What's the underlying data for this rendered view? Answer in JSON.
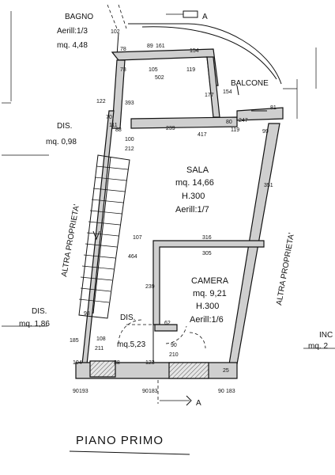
{
  "title": "PIANO PRIMO",
  "rooms": {
    "bagno": {
      "name": "BAGNO",
      "aerill": "Aerill:1/3",
      "area": "mq. 4,48"
    },
    "balcone": {
      "name": "BALCONE"
    },
    "sala": {
      "name": "SALA",
      "area": "mq. 14,66",
      "height": "H.300",
      "aerill": "Aerill:1/7"
    },
    "camera": {
      "name": "CAMERA",
      "area": "mq. 9,21",
      "height": "H.300",
      "aerill": "Aerill:1/6"
    },
    "dis_top": {
      "name": "DIS.",
      "area": "mq. 0,98"
    },
    "dis_left": {
      "name": "DIS.",
      "area": "mq. 1,86"
    },
    "dis_center": {
      "name": "DIS.",
      "area": "mq.5,23"
    }
  },
  "labels": {
    "altra_left": "ALTRA PROPRIETA'",
    "altra_right": "ALTRA PROPRIETA'",
    "section_a_top": "A",
    "section_a_bottom": "A",
    "inc": "INC",
    "mq2": "mq. 2"
  },
  "dims": {
    "d78a": "78",
    "d89": "89",
    "d161": "161",
    "d154": "154",
    "d78b": "78",
    "d105": "105",
    "d119a": "119",
    "d502": "502",
    "d154v": "154",
    "d393": "393",
    "d122": "122",
    "d177": "177",
    "d111": "111",
    "d80": "80",
    "d247": "247",
    "d81": "81",
    "d99": "99",
    "d119b": "119",
    "d70": "70",
    "d88": "88",
    "d239a": "239",
    "d417": "417",
    "d100": "100",
    "d212": "212",
    "d351": "351",
    "d107": "107",
    "d316": "316",
    "d305": "305",
    "d464": "464",
    "d239b": "239",
    "d62": "62",
    "d98": "98",
    "d108": "108",
    "d211": "211",
    "d90a": "90",
    "d210": "210",
    "d104": "104",
    "d88b": "88",
    "d123": "123",
    "d185": "185",
    "d90b": "90",
    "d193": "193",
    "d90c": "90",
    "d183a": "183",
    "d90d": "90",
    "d183b": "183",
    "d25": "25",
    "d102": "102"
  }
}
